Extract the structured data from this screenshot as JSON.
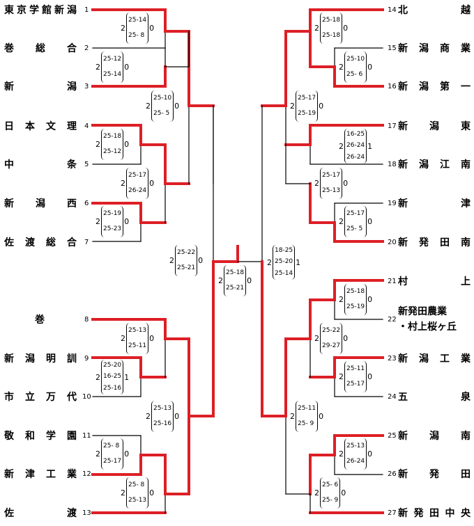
{
  "teams": [
    {
      "seed": "1",
      "name": "東京学館新潟"
    },
    {
      "seed": "2",
      "name": "巻　総　合"
    },
    {
      "seed": "3",
      "name": "新　　　潟"
    },
    {
      "seed": "4",
      "name": "日本文理"
    },
    {
      "seed": "5",
      "name": "中　　　条"
    },
    {
      "seed": "6",
      "name": "新　潟　西"
    },
    {
      "seed": "7",
      "name": "佐渡総合"
    },
    {
      "seed": "8",
      "name": "巻"
    },
    {
      "seed": "9",
      "name": "新潟明訓"
    },
    {
      "seed": "10",
      "name": "市立万代"
    },
    {
      "seed": "11",
      "name": "敬和学園"
    },
    {
      "seed": "12",
      "name": "新津工業"
    },
    {
      "seed": "13",
      "name": "佐　　　渡"
    },
    {
      "seed": "14",
      "name": "北　　　越"
    },
    {
      "seed": "15",
      "name": "新潟商業"
    },
    {
      "seed": "16",
      "name": "新潟第一"
    },
    {
      "seed": "17",
      "name": "新　潟　東"
    },
    {
      "seed": "18",
      "name": "新潟江南"
    },
    {
      "seed": "19",
      "name": "新　　　津"
    },
    {
      "seed": "20",
      "name": "新発田南"
    },
    {
      "seed": "21",
      "name": "村　　　上"
    },
    {
      "seed": "22",
      "name": "新発田農業\n・村上桜ヶ丘"
    },
    {
      "seed": "23",
      "name": "新潟工業"
    },
    {
      "seed": "24",
      "name": "五　　　泉"
    },
    {
      "seed": "25",
      "name": "新　潟　南"
    },
    {
      "seed": "26",
      "name": "新　発　田"
    },
    {
      "seed": "27",
      "name": "新発田中央"
    }
  ],
  "matches": [
    {
      "id": "L1a",
      "winner_sets": "2",
      "loser_sets": "0",
      "sets": [
        "25-14",
        "25- 8"
      ]
    },
    {
      "id": "L1b",
      "winner_sets": "2",
      "loser_sets": "0",
      "sets": [
        "25-12",
        "25-14"
      ]
    },
    {
      "id": "L1c",
      "winner_sets": "2",
      "loser_sets": "0",
      "sets": [
        "25-18",
        "25-12"
      ]
    },
    {
      "id": "L1d",
      "winner_sets": "2",
      "loser_sets": "0",
      "sets": [
        "25-19",
        "25-23"
      ]
    },
    {
      "id": "L2a",
      "winner_sets": "2",
      "loser_sets": "0",
      "sets": [
        "25-10",
        "25- 5"
      ]
    },
    {
      "id": "L2b",
      "winner_sets": "2",
      "loser_sets": "0",
      "sets": [
        "25-17",
        "26-24"
      ]
    },
    {
      "id": "L3a",
      "winner_sets": "2",
      "loser_sets": "0",
      "sets": [
        "25-22",
        "25-21"
      ]
    },
    {
      "id": "L1e",
      "winner_sets": "2",
      "loser_sets": "0",
      "sets": [
        "25-13",
        "25-11"
      ]
    },
    {
      "id": "L1f",
      "winner_sets": "2",
      "loser_sets": "1",
      "sets": [
        "25-20",
        "16-25",
        "25-16"
      ]
    },
    {
      "id": "L1g",
      "winner_sets": "2",
      "loser_sets": "0",
      "sets": [
        "25- 8",
        "25-17"
      ]
    },
    {
      "id": "L1h",
      "winner_sets": "2",
      "loser_sets": "0",
      "sets": [
        "25- 8",
        "25-13"
      ]
    },
    {
      "id": "L2c",
      "winner_sets": "2",
      "loser_sets": "0",
      "sets": [
        "25-13",
        "25-16"
      ]
    },
    {
      "id": "F",
      "winner_sets": "2",
      "loser_sets": "0",
      "sets": [
        "25-18",
        "25-21"
      ]
    },
    {
      "id": "R1a",
      "winner_sets": "2",
      "loser_sets": "0",
      "sets": [
        "25-18",
        "25-18"
      ]
    },
    {
      "id": "R1b",
      "winner_sets": "2",
      "loser_sets": "0",
      "sets": [
        "25-10",
        "25- 6"
      ]
    },
    {
      "id": "R2a",
      "winner_sets": "2",
      "loser_sets": "0",
      "sets": [
        "25-17",
        "25-19"
      ]
    },
    {
      "id": "R1c",
      "winner_sets": "2",
      "loser_sets": "1",
      "sets": [
        "16-25",
        "26-24",
        "26-24"
      ]
    },
    {
      "id": "R2b",
      "winner_sets": "2",
      "loser_sets": "0",
      "sets": [
        "25-17",
        "25-13"
      ]
    },
    {
      "id": "R1d",
      "winner_sets": "2",
      "loser_sets": "0",
      "sets": [
        "25-17",
        "25- 5"
      ]
    },
    {
      "id": "R3a",
      "winner_sets": "2",
      "loser_sets": "1",
      "sets": [
        "18-25",
        "25-20",
        "25-14"
      ]
    },
    {
      "id": "R1e",
      "winner_sets": "2",
      "loser_sets": "0",
      "sets": [
        "25-18",
        "25-19"
      ]
    },
    {
      "id": "R2c",
      "winner_sets": "2",
      "loser_sets": "0",
      "sets": [
        "25-22",
        "29-27"
      ]
    },
    {
      "id": "R1f",
      "winner_sets": "2",
      "loser_sets": "0",
      "sets": [
        "25-11",
        "25-17"
      ]
    },
    {
      "id": "R2d",
      "winner_sets": "2",
      "loser_sets": "0",
      "sets": [
        "25-11",
        "25- 9"
      ]
    },
    {
      "id": "R1g",
      "winner_sets": "2",
      "loser_sets": "0",
      "sets": [
        "25-13",
        "26-24"
      ]
    },
    {
      "id": "R1h",
      "winner_sets": "2",
      "loser_sets": "0",
      "sets": [
        "25- 6",
        "25- 9"
      ]
    }
  ]
}
